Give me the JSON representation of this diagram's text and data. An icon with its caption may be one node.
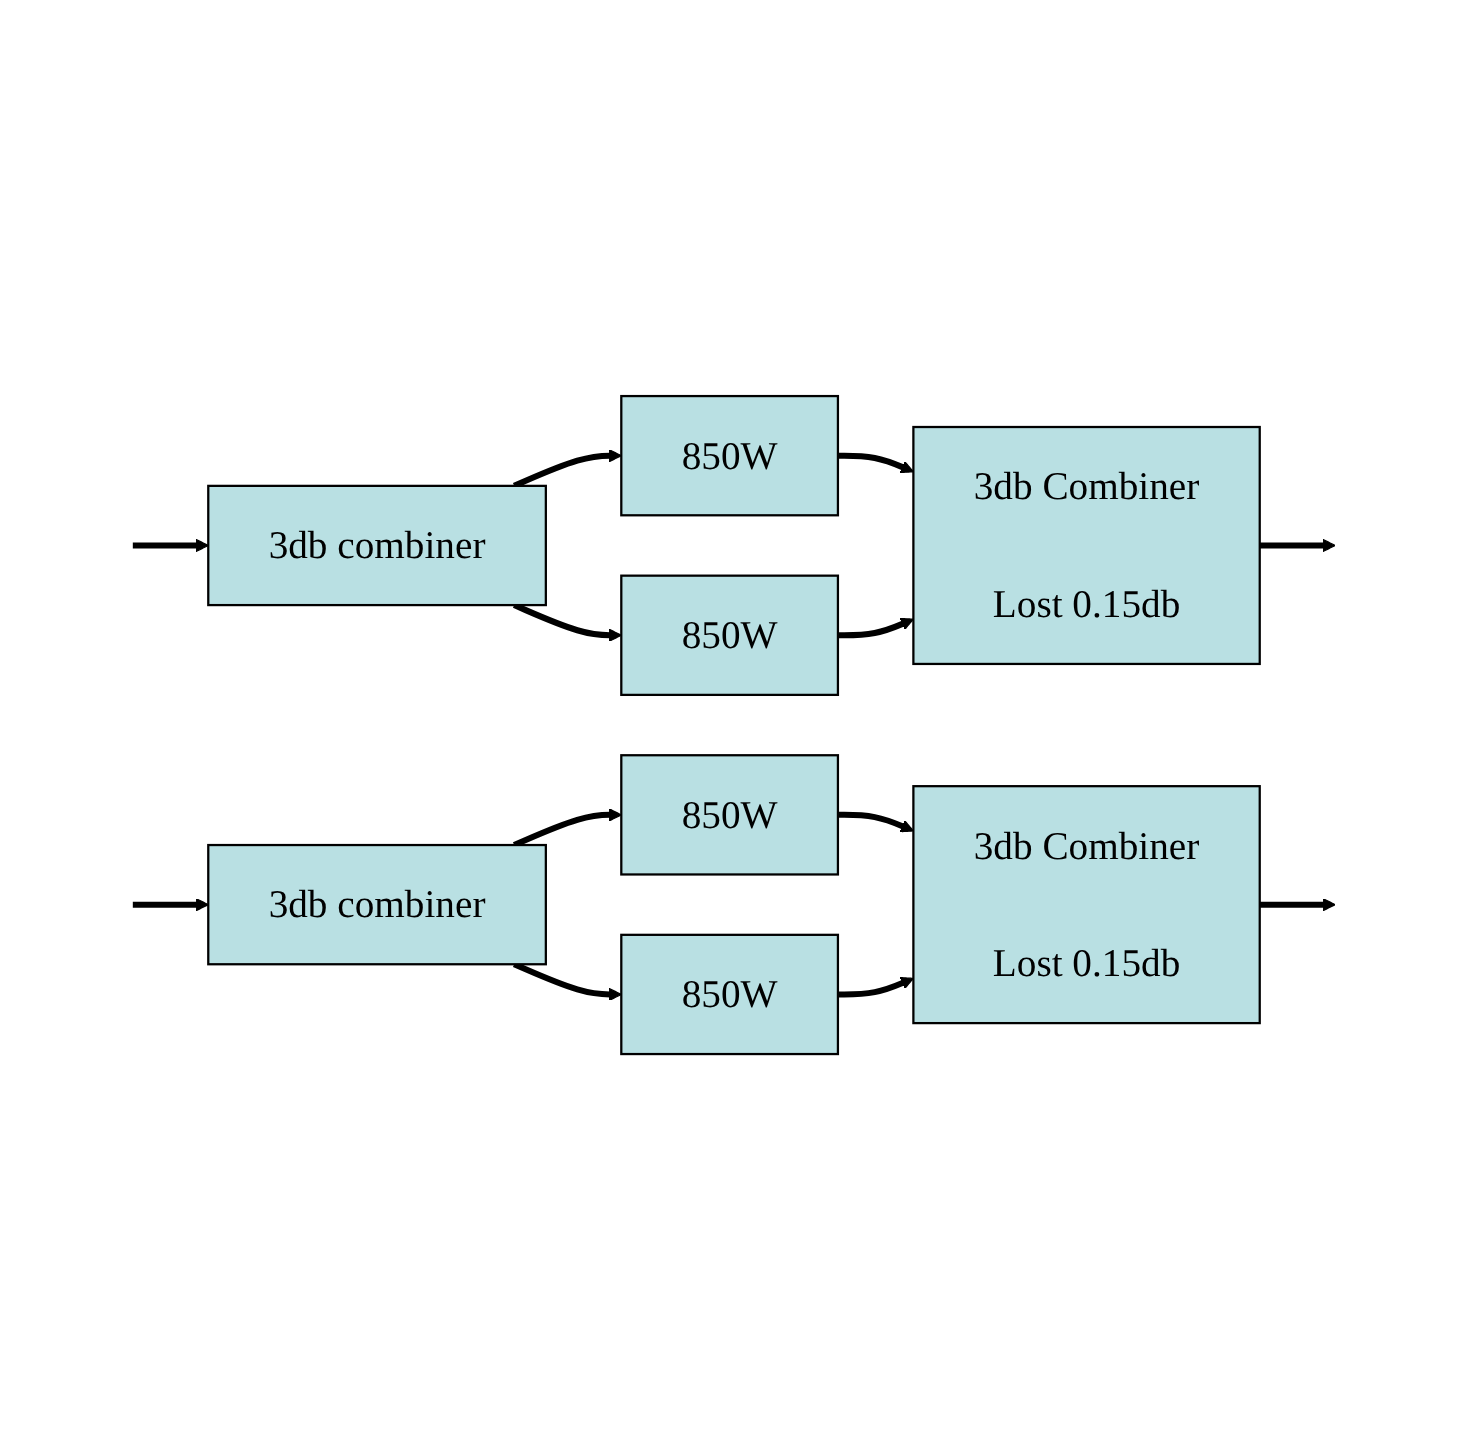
{
  "diagram": {
    "nodes": [
      {
        "text": [
          "3db combiner"
        ]
      },
      {
        "text": [
          "850W"
        ]
      },
      {
        "text": [
          "850W"
        ]
      },
      {
        "text": [
          "3db Combiner",
          "Lost 0.15db"
        ]
      },
      {
        "text": [
          "3db combiner"
        ]
      },
      {
        "text": [
          "850W"
        ]
      },
      {
        "text": [
          "850W"
        ]
      },
      {
        "text": [
          "3db Combiner",
          "Lost 0.15db"
        ]
      }
    ],
    "edges": [
      {
        "from": null,
        "to": 0,
        "arrow": "to"
      },
      {
        "from": 0,
        "to": 1,
        "arrow": "to"
      },
      {
        "from": 0,
        "to": 2,
        "arrow": "to"
      },
      {
        "from": 1,
        "to": 3,
        "arrow": "to"
      },
      {
        "from": 2,
        "to": 3,
        "arrow": "to"
      },
      {
        "from": 3,
        "to": null,
        "arrow": "to"
      },
      {
        "from": null,
        "to": 4,
        "arrow": "to"
      },
      {
        "from": 4,
        "to": 5,
        "arrow": "to"
      },
      {
        "from": 4,
        "to": 6,
        "arrow": "to"
      },
      {
        "from": 5,
        "to": 7,
        "arrow": "to"
      },
      {
        "from": 6,
        "to": 7,
        "arrow": "to"
      },
      {
        "from": 7,
        "to": null,
        "arrow": "to"
      }
    ]
  }
}
